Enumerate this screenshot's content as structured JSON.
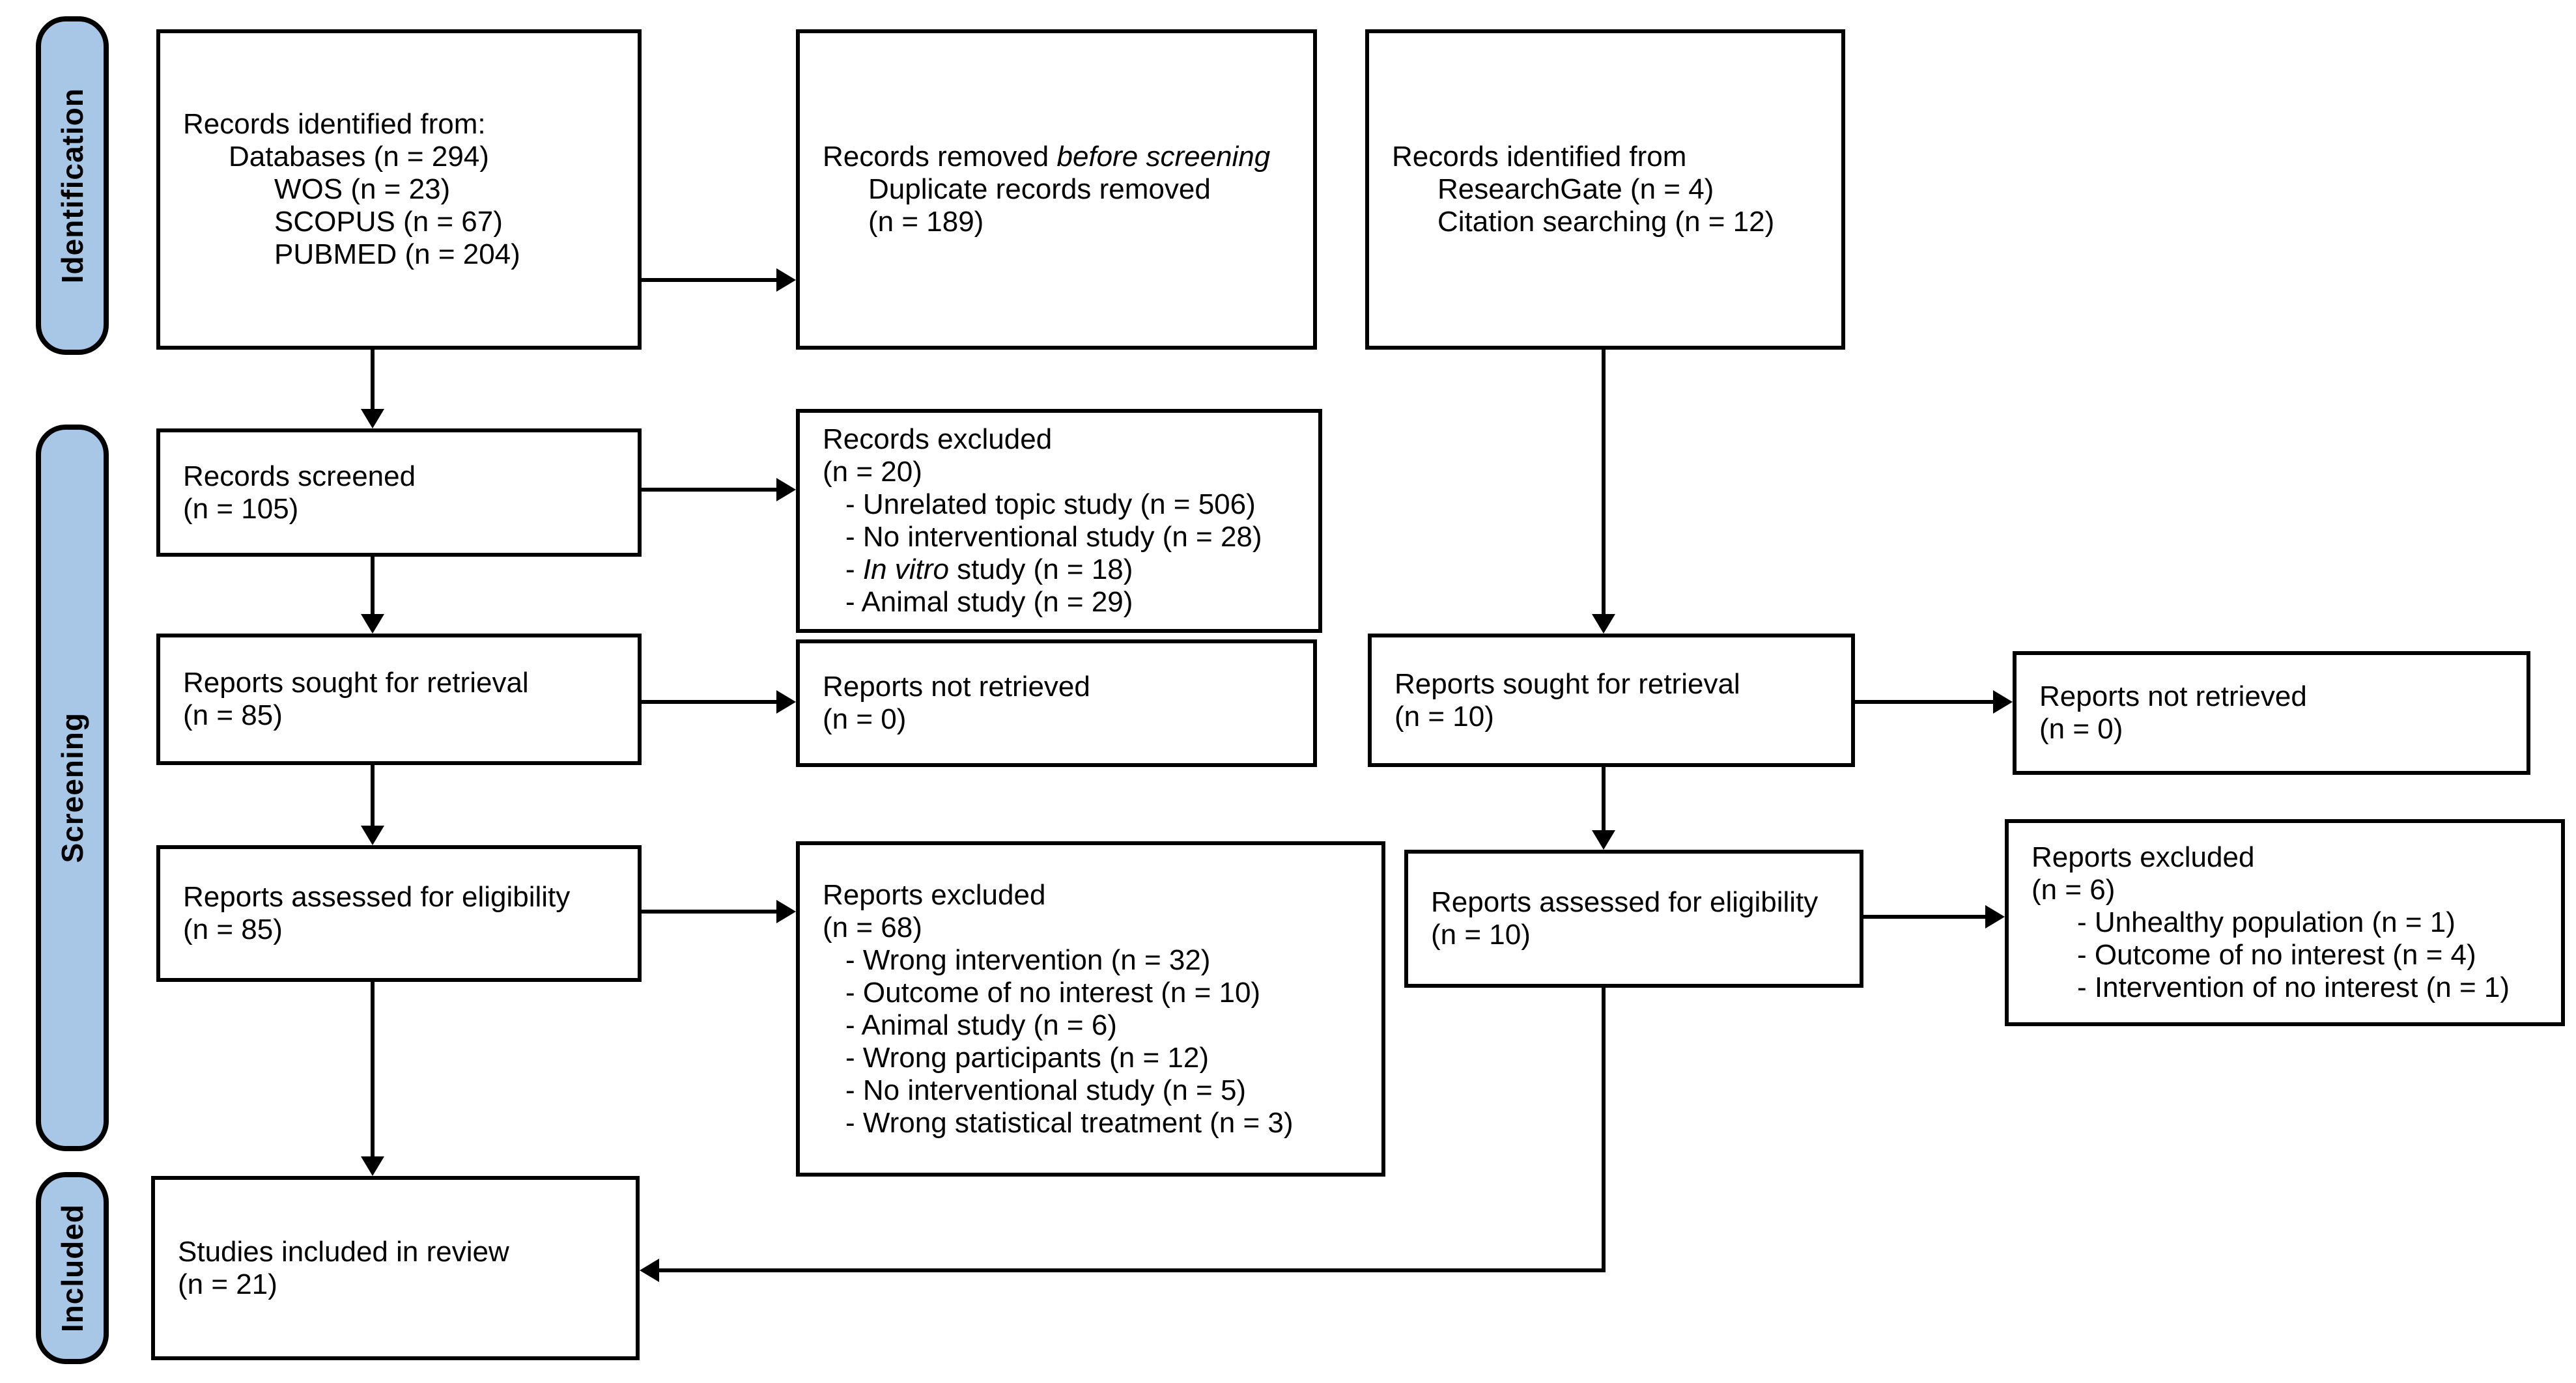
{
  "figure": {
    "type": "PRISMA flow diagram",
    "colors": {
      "background": "#FFFFFF",
      "box_fill": "#FFFFFF",
      "box_border": "#000000",
      "sidebar_fill": "#A8C7E7",
      "arrow": "#000000"
    }
  },
  "sidebars": [
    {
      "id": "identification",
      "label": "Identification"
    },
    {
      "id": "screening",
      "label": "Screening"
    },
    {
      "id": "included",
      "label": "Included"
    }
  ],
  "boxes": {
    "records_identified_databases": {
      "lines": [
        {
          "indent": 0,
          "segments": [
            {
              "text": "Records identified from:"
            }
          ]
        },
        {
          "indent": 70,
          "segments": [
            {
              "text": "Databases (n = 294)"
            }
          ]
        },
        {
          "indent": 140,
          "segments": [
            {
              "text": "WOS (n = 23)"
            }
          ]
        },
        {
          "indent": 140,
          "segments": [
            {
              "text": "SCOPUS (n = 67)"
            }
          ]
        },
        {
          "indent": 140,
          "segments": [
            {
              "text": "PUBMED (n = 204)"
            }
          ]
        }
      ]
    },
    "records_removed_before_screening": {
      "lines": [
        {
          "indent": 0,
          "segments": [
            {
              "text": "Records removed "
            },
            {
              "text": "before screening",
              "italic": true
            }
          ]
        },
        {
          "indent": 70,
          "segments": [
            {
              "text": "Duplicate records removed"
            }
          ]
        },
        {
          "indent": 70,
          "segments": [
            {
              "text": "(n = 189)"
            }
          ]
        }
      ]
    },
    "records_identified_other": {
      "lines": [
        {
          "indent": 0,
          "segments": [
            {
              "text": "Records identified from"
            }
          ]
        },
        {
          "indent": 70,
          "segments": [
            {
              "text": "ResearchGate (n = 4)"
            }
          ]
        },
        {
          "indent": 70,
          "segments": [
            {
              "text": "Citation searching (n = 12)"
            }
          ]
        }
      ]
    },
    "records_screened": {
      "lines": [
        {
          "indent": 0,
          "segments": [
            {
              "text": "Records screened"
            }
          ]
        },
        {
          "indent": 0,
          "segments": [
            {
              "text": "(n = 105)"
            }
          ]
        }
      ]
    },
    "records_excluded": {
      "lines": [
        {
          "indent": 0,
          "segments": [
            {
              "text": "Records excluded"
            }
          ]
        },
        {
          "indent": 0,
          "segments": [
            {
              "text": "(n = 20)"
            }
          ]
        },
        {
          "indent": 35,
          "segments": [
            {
              "text": "- Unrelated topic study (n = 506)"
            }
          ]
        },
        {
          "indent": 35,
          "segments": [
            {
              "text": "- No interventional study (n = 28)"
            }
          ]
        },
        {
          "indent": 35,
          "segments": [
            {
              "text": "- "
            },
            {
              "text": "In vitro",
              "italic": true
            },
            {
              "text": " study (n = 18)"
            }
          ]
        },
        {
          "indent": 35,
          "segments": [
            {
              "text": "- Animal study (n = 29)"
            }
          ]
        }
      ]
    },
    "reports_sought_databases": {
      "lines": [
        {
          "indent": 0,
          "segments": [
            {
              "text": "Reports sought for retrieval"
            }
          ]
        },
        {
          "indent": 0,
          "segments": [
            {
              "text": "(n = 85)"
            }
          ]
        }
      ]
    },
    "reports_not_retrieved_databases": {
      "lines": [
        {
          "indent": 0,
          "segments": [
            {
              "text": "Reports not retrieved"
            }
          ]
        },
        {
          "indent": 0,
          "segments": [
            {
              "text": "(n = 0)"
            }
          ]
        }
      ]
    },
    "reports_assessed_databases": {
      "lines": [
        {
          "indent": 0,
          "segments": [
            {
              "text": "Reports assessed for eligibility"
            }
          ]
        },
        {
          "indent": 0,
          "segments": [
            {
              "text": "(n = 85)"
            }
          ]
        }
      ]
    },
    "reports_excluded_databases": {
      "lines": [
        {
          "indent": 0,
          "segments": [
            {
              "text": "Reports excluded"
            }
          ]
        },
        {
          "indent": 0,
          "segments": [
            {
              "text": "(n = 68)"
            }
          ]
        },
        {
          "indent": 35,
          "segments": [
            {
              "text": "- Wrong intervention (n = 32)"
            }
          ]
        },
        {
          "indent": 35,
          "segments": [
            {
              "text": "- Outcome of no interest (n = 10)"
            }
          ]
        },
        {
          "indent": 35,
          "segments": [
            {
              "text": "- Animal study (n = 6)"
            }
          ]
        },
        {
          "indent": 35,
          "segments": [
            {
              "text": "- Wrong participants (n = 12)"
            }
          ]
        },
        {
          "indent": 35,
          "segments": [
            {
              "text": "- No interventional study (n = 5)"
            }
          ]
        },
        {
          "indent": 35,
          "segments": [
            {
              "text": "- Wrong statistical treatment (n = 3)"
            }
          ]
        }
      ]
    },
    "reports_sought_other": {
      "lines": [
        {
          "indent": 0,
          "segments": [
            {
              "text": "Reports sought for retrieval"
            }
          ]
        },
        {
          "indent": 0,
          "segments": [
            {
              "text": "(n = 10)"
            }
          ]
        }
      ]
    },
    "reports_not_retrieved_other": {
      "lines": [
        {
          "indent": 0,
          "segments": [
            {
              "text": "Reports not retrieved"
            }
          ]
        },
        {
          "indent": 0,
          "segments": [
            {
              "text": "(n = 0)"
            }
          ]
        }
      ]
    },
    "reports_assessed_other": {
      "lines": [
        {
          "indent": 0,
          "segments": [
            {
              "text": "Reports assessed for eligibility"
            }
          ]
        },
        {
          "indent": 0,
          "segments": [
            {
              "text": "(n = 10)"
            }
          ]
        }
      ]
    },
    "reports_excluded_other": {
      "lines": [
        {
          "indent": 0,
          "segments": [
            {
              "text": "Reports excluded"
            }
          ]
        },
        {
          "indent": 0,
          "segments": [
            {
              "text": "(n = 6)"
            }
          ]
        },
        {
          "indent": 70,
          "segments": [
            {
              "text": "- Unhealthy population (n = 1)"
            }
          ]
        },
        {
          "indent": 70,
          "segments": [
            {
              "text": "- Outcome of no interest (n = 4)"
            }
          ]
        },
        {
          "indent": 70,
          "segments": [
            {
              "text": "- Intervention of no interest (n = 1)"
            }
          ]
        }
      ]
    },
    "studies_included": {
      "lines": [
        {
          "indent": 0,
          "segments": [
            {
              "text": "Studies included in review"
            }
          ]
        },
        {
          "indent": 0,
          "segments": [
            {
              "text": "(n = 21)"
            }
          ]
        }
      ]
    }
  }
}
